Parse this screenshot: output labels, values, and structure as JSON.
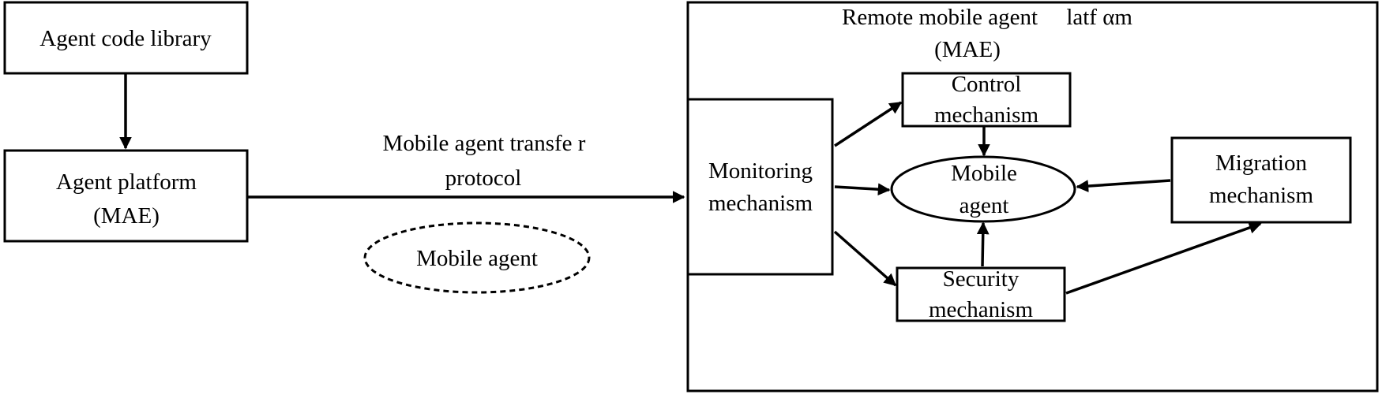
{
  "left": {
    "code_library": "Agent code library",
    "platform_line1": "Agent platform",
    "platform_line2": "(MAE)"
  },
  "transfer": {
    "label_line1": "Mobile agent transfe r",
    "label_line2": "protocol",
    "agent": "Mobile agent"
  },
  "remote": {
    "title_line1": "Remote mobile agent     latf αm",
    "title_line2": "(MAE)",
    "monitoring_line1": "Monitoring",
    "monitoring_line2": "mechanism",
    "control_line1": "Control",
    "control_line2": "mechanism",
    "agent_line1": "Mobile",
    "agent_line2": "agent",
    "security_line1": "Security",
    "security_line2": "mechanism",
    "migration_line1": "Migration",
    "migration_line2": "mechanism"
  }
}
